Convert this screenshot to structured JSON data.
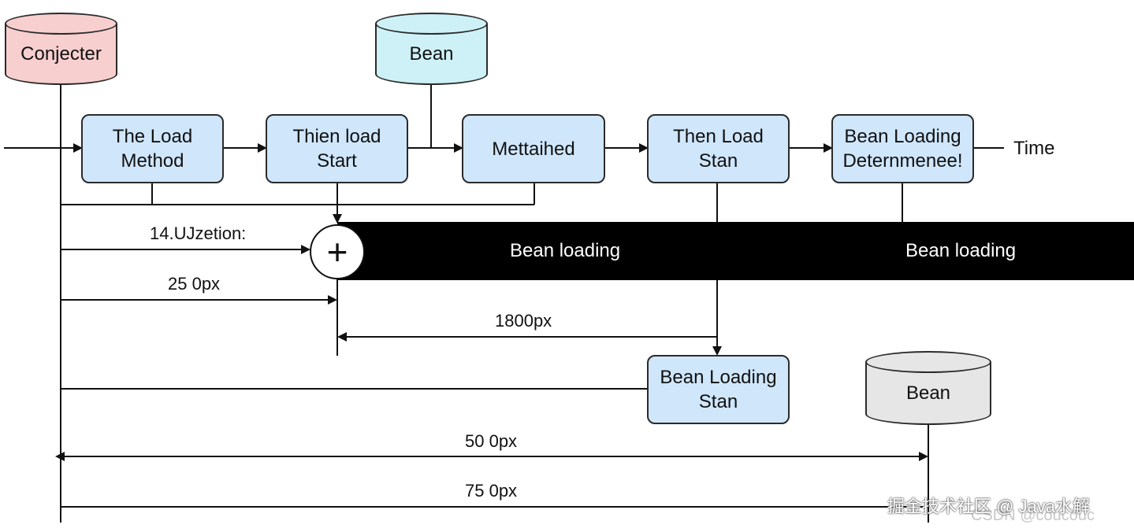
{
  "cylinders": {
    "conjecter": {
      "label": "Conjecter",
      "color": "#f8cfcf"
    },
    "bean_top": {
      "label": "Bean",
      "color": "#cdf1f6"
    },
    "bean_bottom": {
      "label": "Bean",
      "color": "#e6e6e6"
    }
  },
  "boxes": {
    "load_method": "The Load\nMethod",
    "thien_load_start": "Thien load\nStart",
    "mettaihed": "Mettaihed",
    "then_load_stan": "Then Load\nStan",
    "bean_loading_determened": "Bean Loading\nDeternmenee!",
    "bean_loading_stan": "Bean Loading\nStan"
  },
  "time_label": "Time",
  "band": {
    "label_left": "Bean loading",
    "label_right": "Bean loading",
    "color": "#000000"
  },
  "plus_symbol": "+",
  "dimensions": {
    "d1": "14.UJzetion:",
    "d2": "25 0px",
    "d3": "1800px",
    "d4": "50 0px",
    "d5": "75 0px"
  },
  "watermark": {
    "primary": "掘金技术社区 @ Java水解",
    "secondary": "CSDN @coucouc"
  },
  "colors": {
    "box_fill": "#cfe6fb",
    "stroke": "#2b2b2b"
  }
}
